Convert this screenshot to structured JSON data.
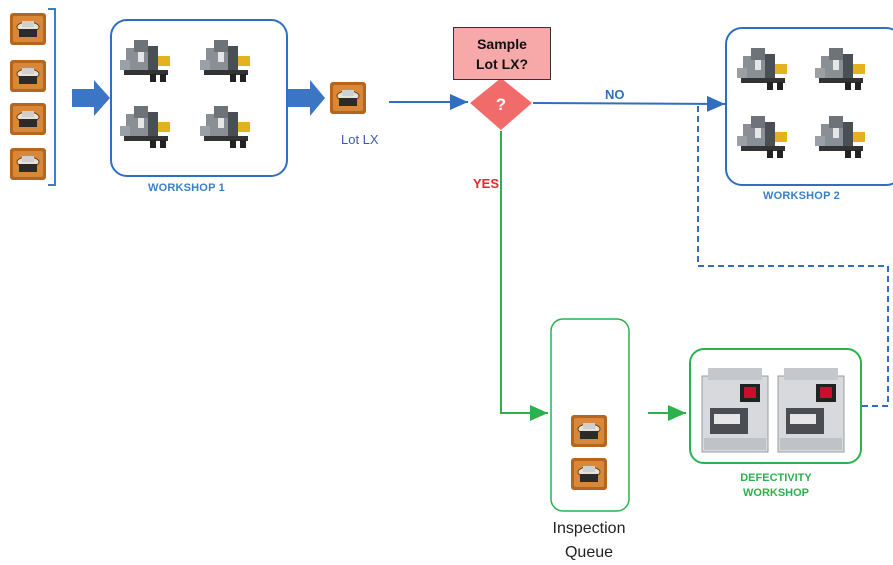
{
  "workshop1": {
    "label": "WORKSHOP 1"
  },
  "workshop2": {
    "label": "WORKSHOP 2"
  },
  "lot": {
    "label": "Lot LX"
  },
  "decision": {
    "line1": "Sample",
    "line2": "Lot LX?",
    "symbol": "?"
  },
  "branches": {
    "no": "NO",
    "yes": "YES"
  },
  "queue": {
    "line1": "Inspection",
    "line2": "Queue"
  },
  "defectivity": {
    "line1": "DEFECTIVITY",
    "line2": "WORKSHOP"
  },
  "colors": {
    "blue": "#2f6ec0",
    "green": "#2bb24c",
    "decision_fill": "#f7a8a8",
    "diamond": "#f26b6b",
    "lot_brown": "#b5651d"
  }
}
